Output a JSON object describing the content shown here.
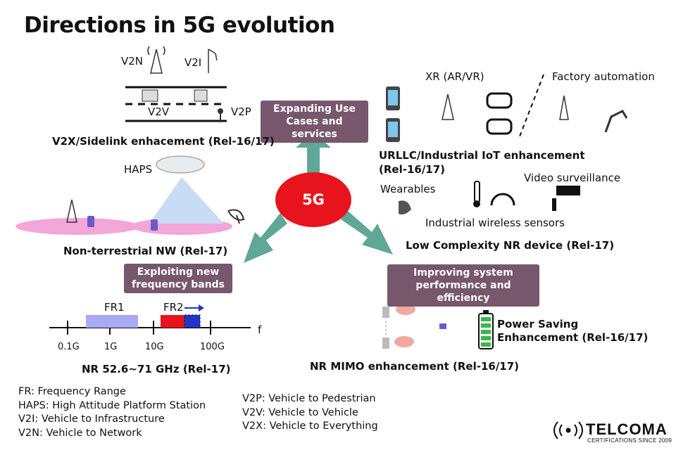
{
  "title": "Directions in 5G evolution",
  "center_label": "5G",
  "boxes": {
    "top": [
      "Expanding Use",
      "Cases and services"
    ],
    "left": [
      "Exploiting new",
      "frequency bands"
    ],
    "right": [
      "Improving system",
      "performance and efficiency"
    ]
  },
  "v2x": {
    "v2n": "V2N",
    "v2i": "V2I",
    "v2v": "V2V",
    "v2p": "V2P",
    "heading": "V2X/Sidelink enhacement (Rel-16/17)"
  },
  "ntn": {
    "haps": "HAPS",
    "heading": "Non-terrestrial NW (Rel-17)"
  },
  "freq": {
    "fr1": "FR1",
    "fr2": "FR2",
    "axis_label": "f",
    "ticks": [
      "0.1G",
      "1G",
      "10G",
      "100G"
    ],
    "heading": "NR 52.6~71 GHz (Rel-17)"
  },
  "urllc": {
    "xr": "XR (AR/VR)",
    "factory": "Factory automation",
    "heading_line1": "URLLC/Industrial IoT enhancement",
    "heading_line2": "(Rel-16/17)"
  },
  "redcap": {
    "wearables": "Wearables",
    "video": "Video surveillance",
    "sensors": "Industrial wireless sensors",
    "heading": "Low Complexity NR device (Rel-17)"
  },
  "mimo": {
    "heading": "NR MIMO enhancement  (Rel-16/17)"
  },
  "power": {
    "line1": "Power Saving",
    "line2": "Enhancement (Rel-16/17)"
  },
  "legend_left": [
    "FR: Frequency Range",
    "HAPS: High Attitude Platform Station",
    "V2I: Vehicle to Infrastructure",
    "V2N: Vehicle to Network"
  ],
  "legend_right": [
    "V2P: Vehicle to Pedestrian",
    "V2V: Vehicle to Vehicle",
    "V2X: Vehicle to Everything"
  ],
  "logo": {
    "name": "TELCOMA",
    "tagline": "CERTIFICATIONS SINCE 2009"
  },
  "colors": {
    "arrow": "#5fa898",
    "box": "#77576c",
    "center": "#e8141d",
    "fr1": "#a9a9f5",
    "fr2": "#e8141d",
    "ellipse": "#f3a6d8"
  }
}
